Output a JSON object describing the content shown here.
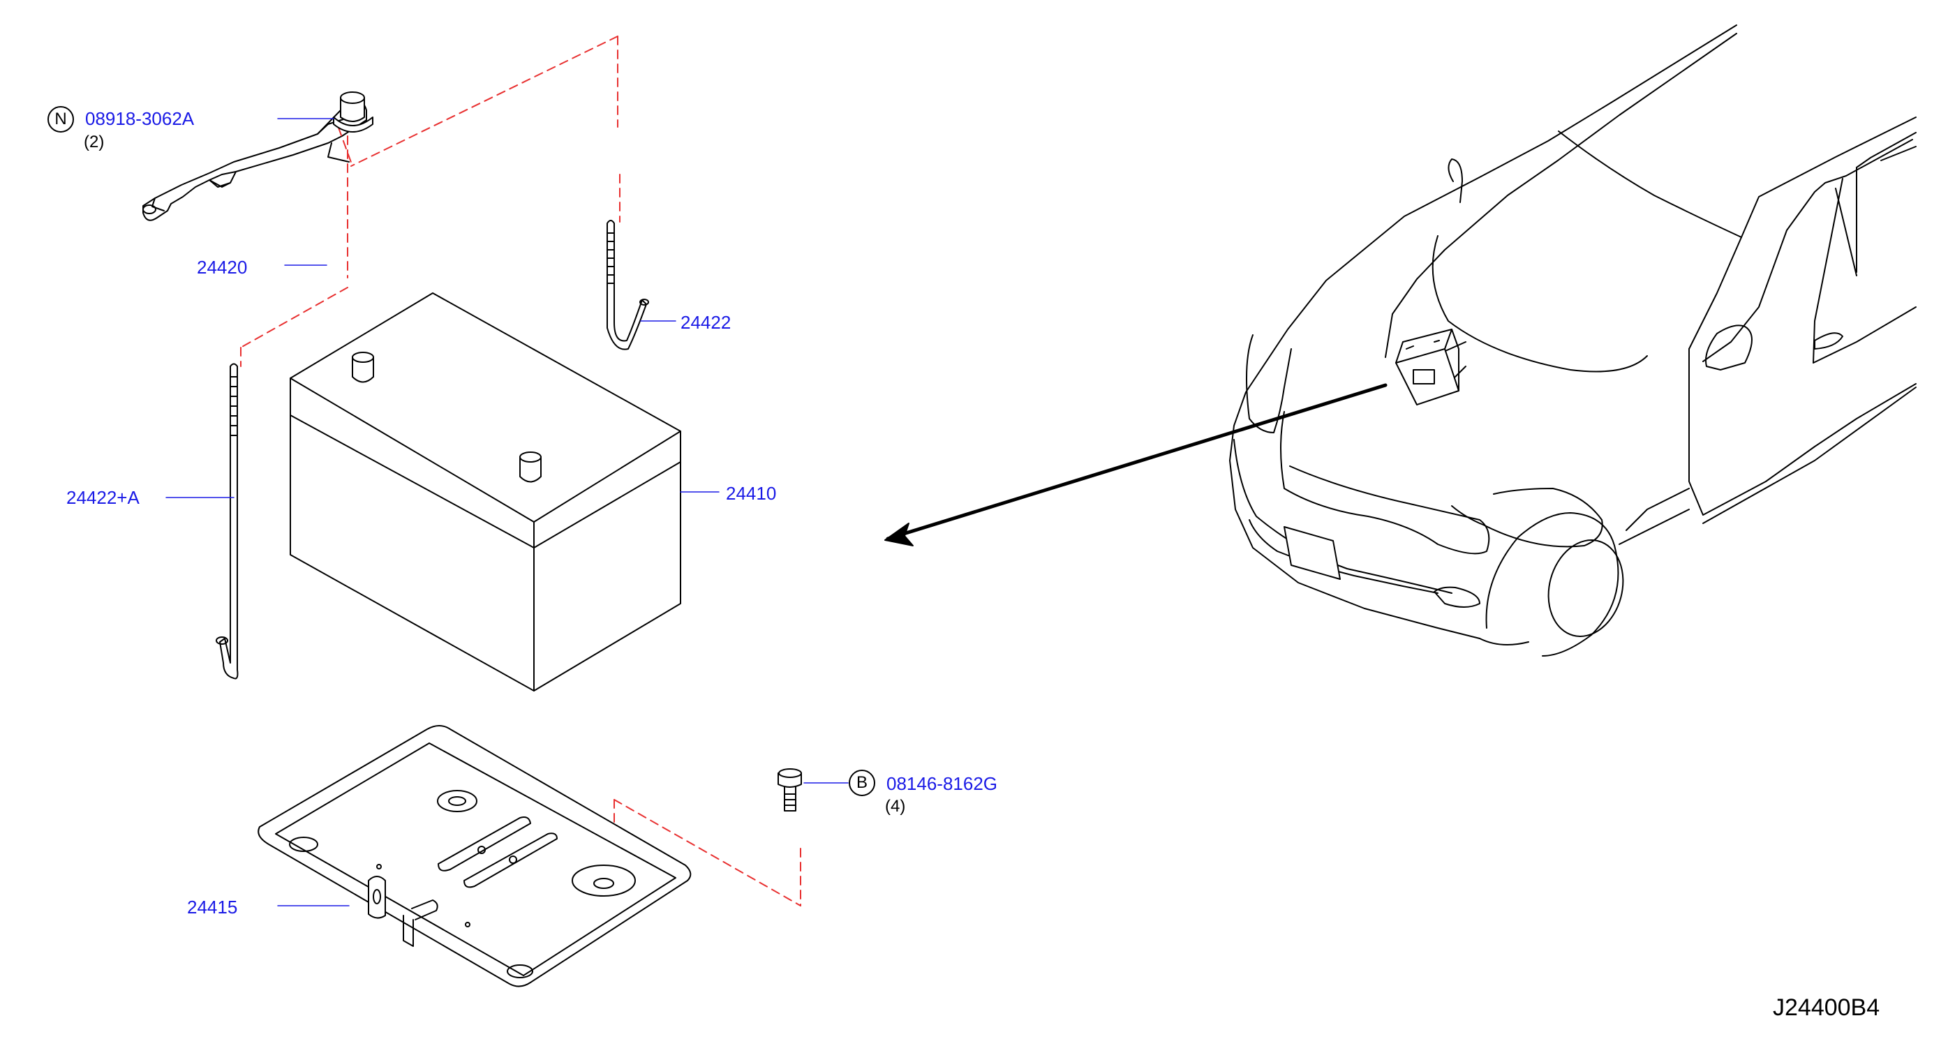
{
  "diagram": {
    "drawing_number": "J24400B4",
    "callouts": [
      {
        "id": "nut",
        "prefix": "N",
        "part": "08918-3062A",
        "qty": "(2)"
      },
      {
        "id": "bolt",
        "prefix": "B",
        "part": "08146-8162G",
        "qty": "(4)"
      },
      {
        "id": "frame",
        "part": "24420"
      },
      {
        "id": "rod-right",
        "part": "24422"
      },
      {
        "id": "rod-left",
        "part": "24422+A"
      },
      {
        "id": "battery",
        "part": "24410"
      },
      {
        "id": "tray",
        "part": "24415"
      }
    ]
  }
}
